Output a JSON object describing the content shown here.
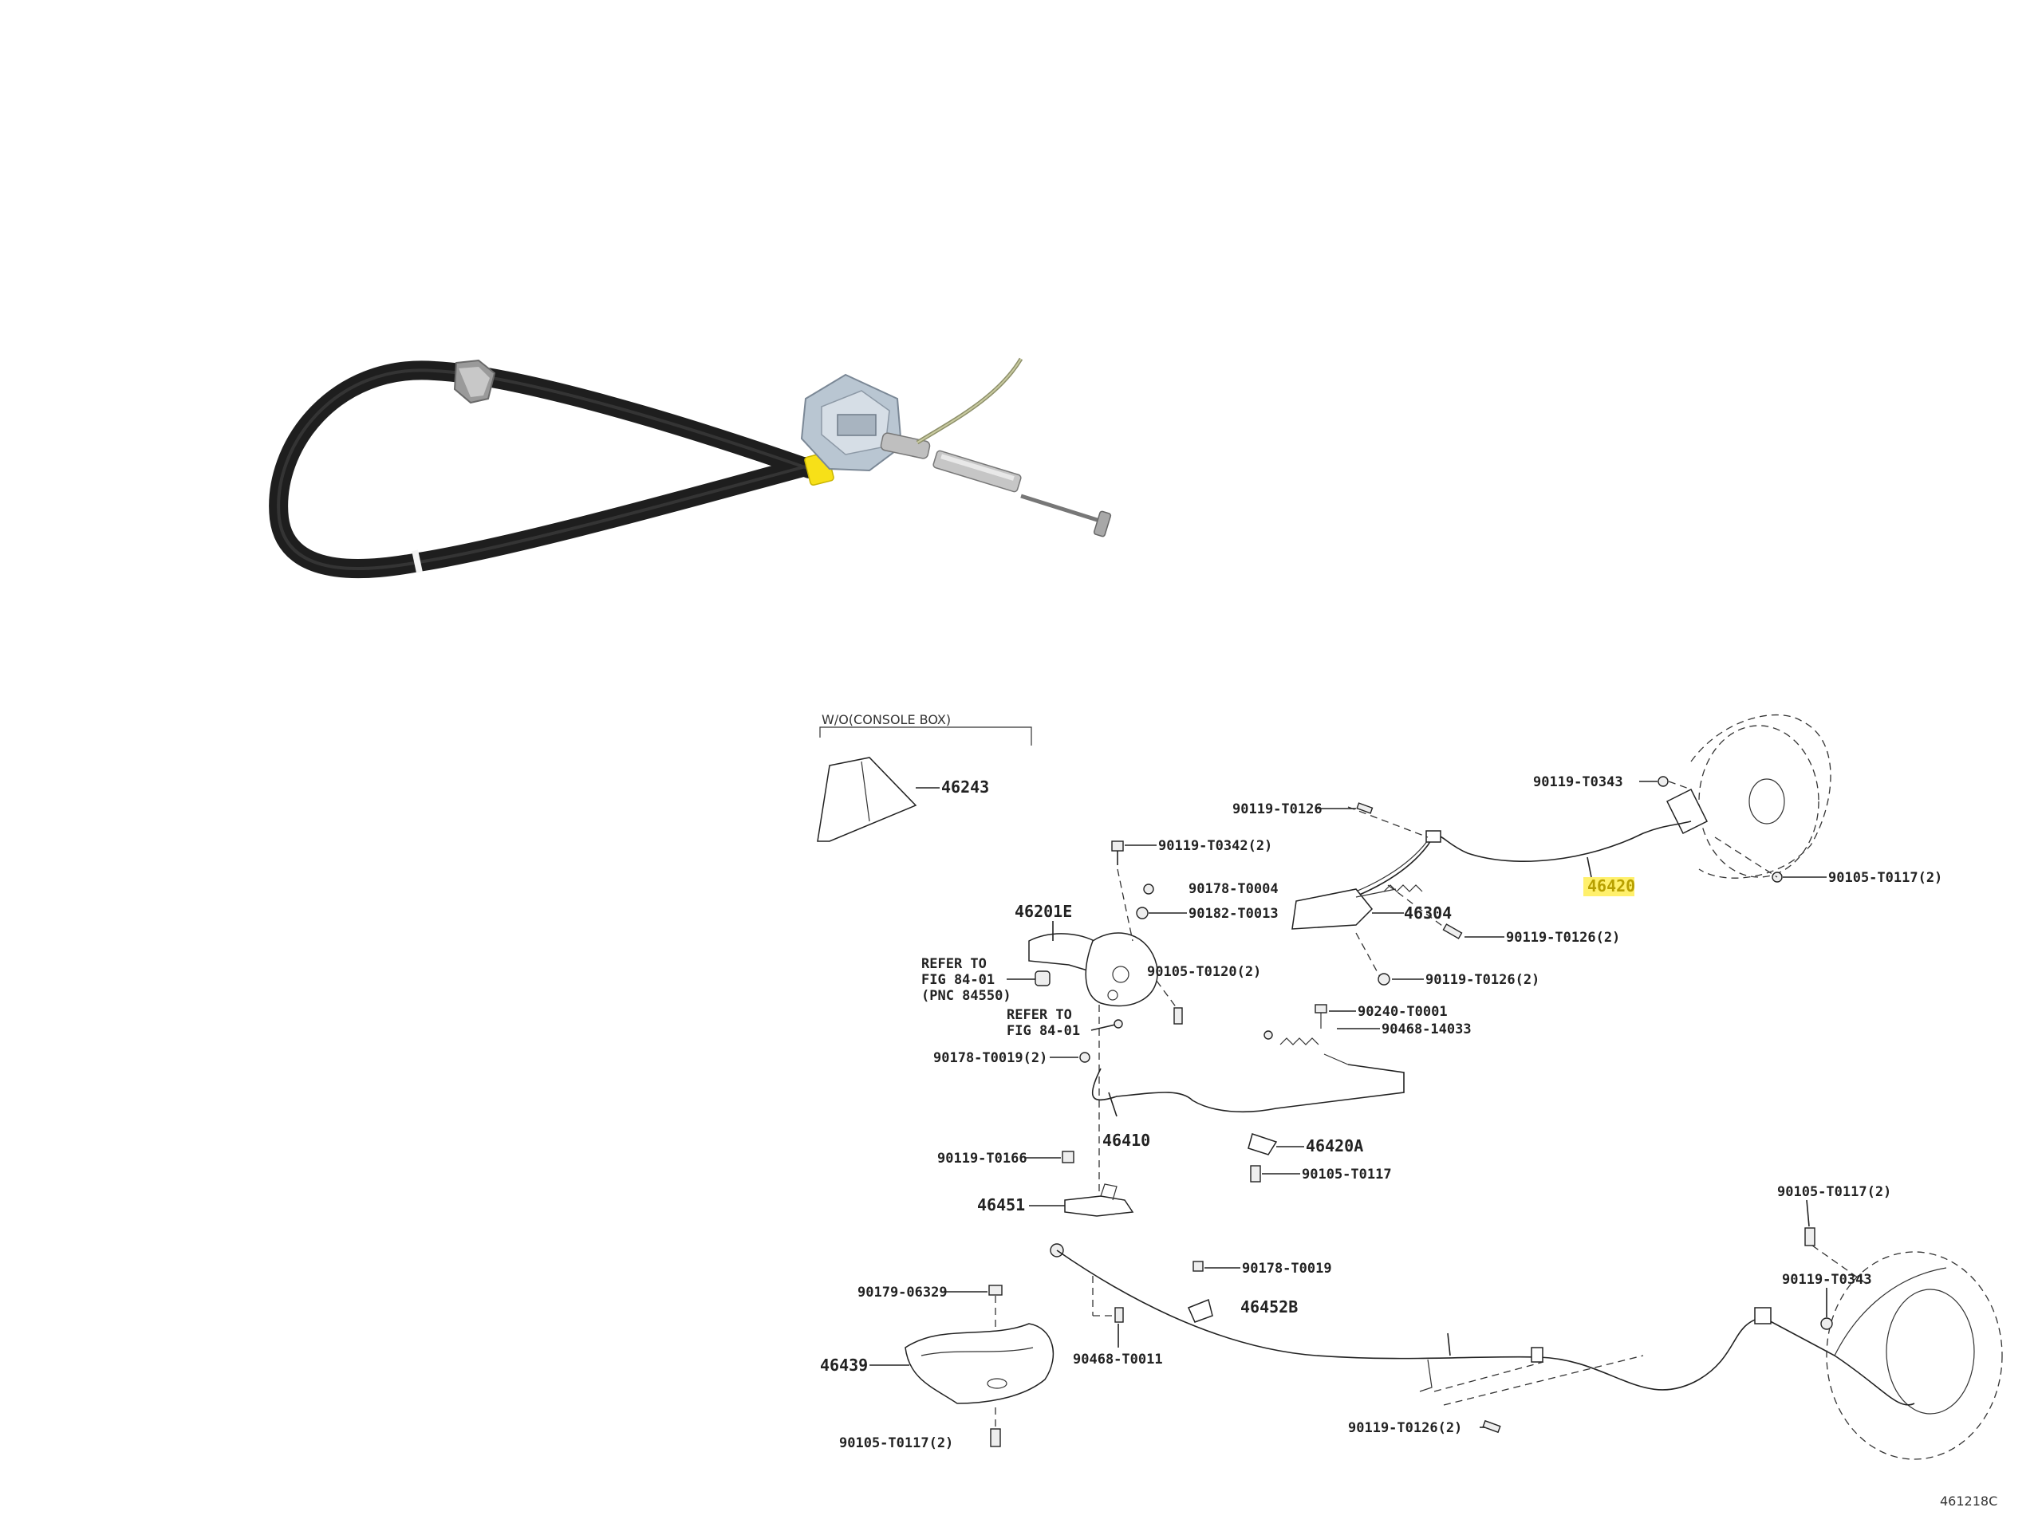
{
  "diagram": {
    "inset_label": "W/O(CONSOLE BOX)",
    "highlight_color": "#ffeb3b",
    "labels": {
      "p46243": "46243",
      "p90119_T0126": "90119-T0126",
      "p90119_T0343_top": "90119-T0343",
      "p90119_T0342": "90119-T0342(2)",
      "p90178_T0004": "90178-T0004",
      "p90182_T0013": "90182-T0013",
      "p46201E": "46201E",
      "p46420": "46420",
      "p90105_T0117_top": "90105-T0117(2)",
      "p46304": "46304",
      "p90119_T0126_2a": "90119-T0126(2)",
      "p90119_T0126_2b": "90119-T0126(2)",
      "refer1_line1": "REFER TO",
      "refer1_line2": "FIG 84-01",
      "refer1_line3": "(PNC 84550)",
      "p90105_T0120": "90105-T0120(2)",
      "refer2_line1": "REFER TO",
      "refer2_line2": "FIG 84-01",
      "p90240_T0001": "90240-T0001",
      "p90468_14033": "90468-14033",
      "p90178_T0019_2": "90178-T0019(2)",
      "p46410": "46410",
      "p46420A": "46420A",
      "p90119_T0166": "90119-T0166",
      "p90105_T0117_mid": "90105-T0117",
      "p46451": "46451",
      "p90105_T0117_right": "90105-T0117(2)",
      "p90178_T0019": "90178-T0019",
      "p90119_T0343_bot": "90119-T0343",
      "p90179_06329": "90179-06329",
      "p46452B": "46452B",
      "p46439": "46439",
      "p90468_T0011": "90468-T0011",
      "p90119_T0126_bot": "90119-T0126(2)",
      "p90105_T0117_bot": "90105-T0117(2)",
      "diagram_code": "461218C"
    }
  }
}
